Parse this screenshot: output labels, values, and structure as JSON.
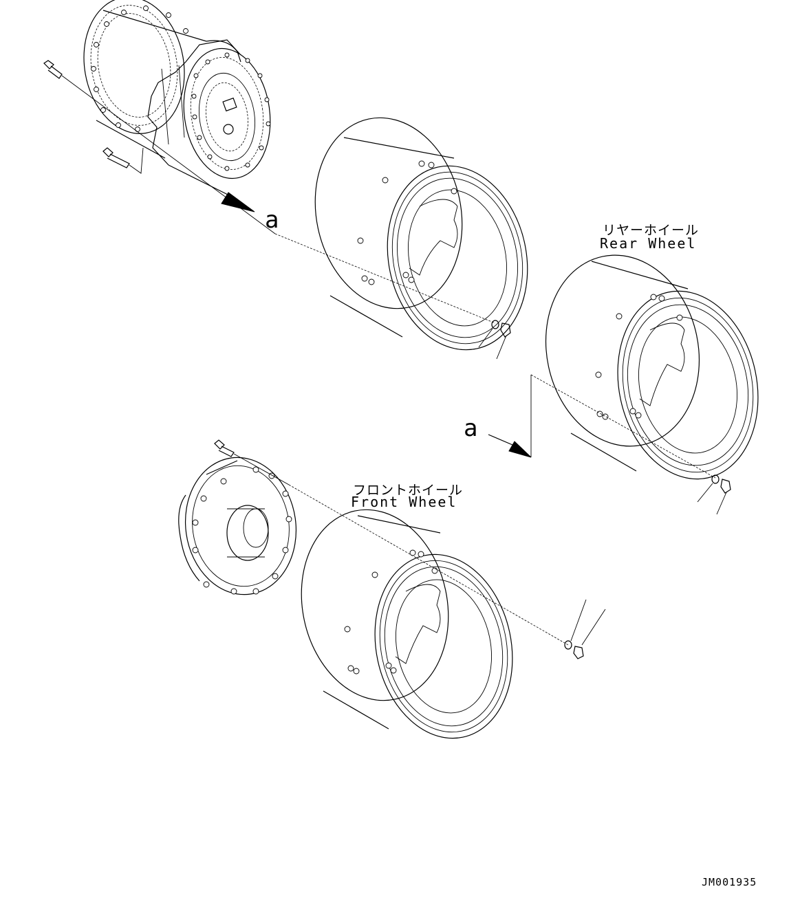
{
  "labels": {
    "rear_wheel_jp": "リヤーホイール",
    "rear_wheel_en": "Rear Wheel",
    "front_wheel_jp": "フロントホイール",
    "front_wheel_en": "Front Wheel",
    "ref_a_top": "a",
    "ref_a_mid": "a",
    "drawing_code": "JM001935"
  }
}
